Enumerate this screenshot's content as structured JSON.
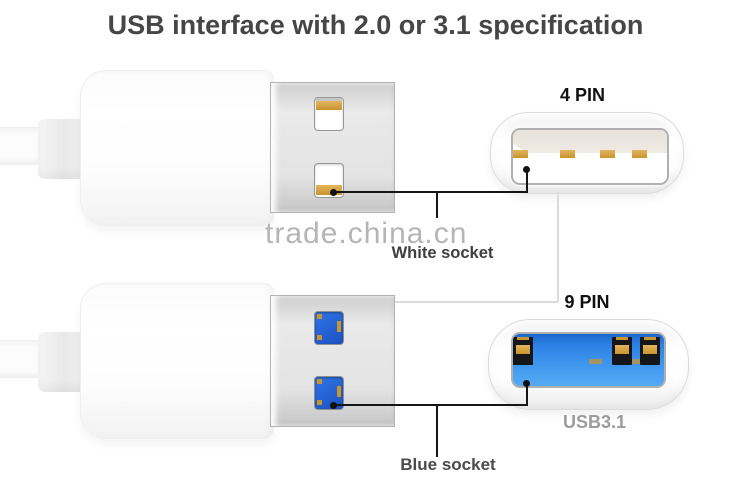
{
  "title": "USB interface with 2.0 or 3.1 specification",
  "watermark": "trade.china.cn",
  "labels": {
    "four_pin": "4 PIN",
    "nine_pin": "9 PIN",
    "white_socket": "White socket",
    "blue_socket": "Blue socket",
    "usb31": "USB3.1"
  },
  "counts": {
    "four_pin_contacts": 4,
    "nine_pin_modules": 5
  },
  "colors": {
    "title-text": "#464646",
    "label-text": "#111111",
    "muted-text": "#9c9c9c",
    "watermark-text": "#b5b5b5",
    "socket-blue": "#2b81e4",
    "window-blue": "#1c50c4",
    "window-blue-light": "#2f76e6",
    "contact-gold": "#c9942d",
    "contact-gold-light": "#e2b45c"
  }
}
